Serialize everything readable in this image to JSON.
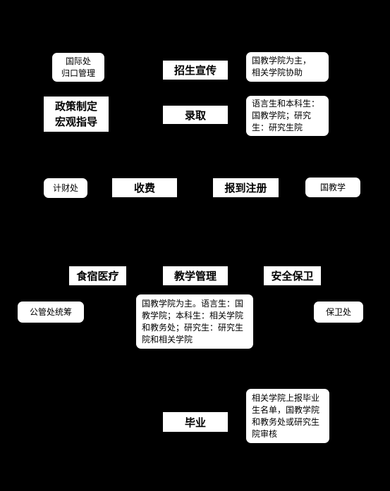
{
  "stages": {
    "recruit": "招生宣传",
    "admission": "录取",
    "fees": "收费",
    "registration": "报到注册",
    "teaching": "教学管理",
    "housing": "食宿医疗",
    "safety": "安全保卫",
    "graduation": "毕业",
    "policy": "政策制定\n宏观指导"
  },
  "notes": {
    "intl_office": "国际处\n归口管理",
    "recruit_resp": "国教学院为主，\n相关学院协助",
    "admission_resp": "语言生和本科生：国教学院；研究生：研究生院",
    "finance": "计财处",
    "registration_resp": "国教学",
    "housing_resp": "公管处统筹",
    "teaching_resp": "国教学院为主。语言生：国教学院；本科生：相关学院和教务处；研究生：研究生院和相关学院",
    "security_resp": "保卫处",
    "graduation_resp": "相关学院上报毕业生名单，国教学院和教务处或研究生院审核"
  }
}
